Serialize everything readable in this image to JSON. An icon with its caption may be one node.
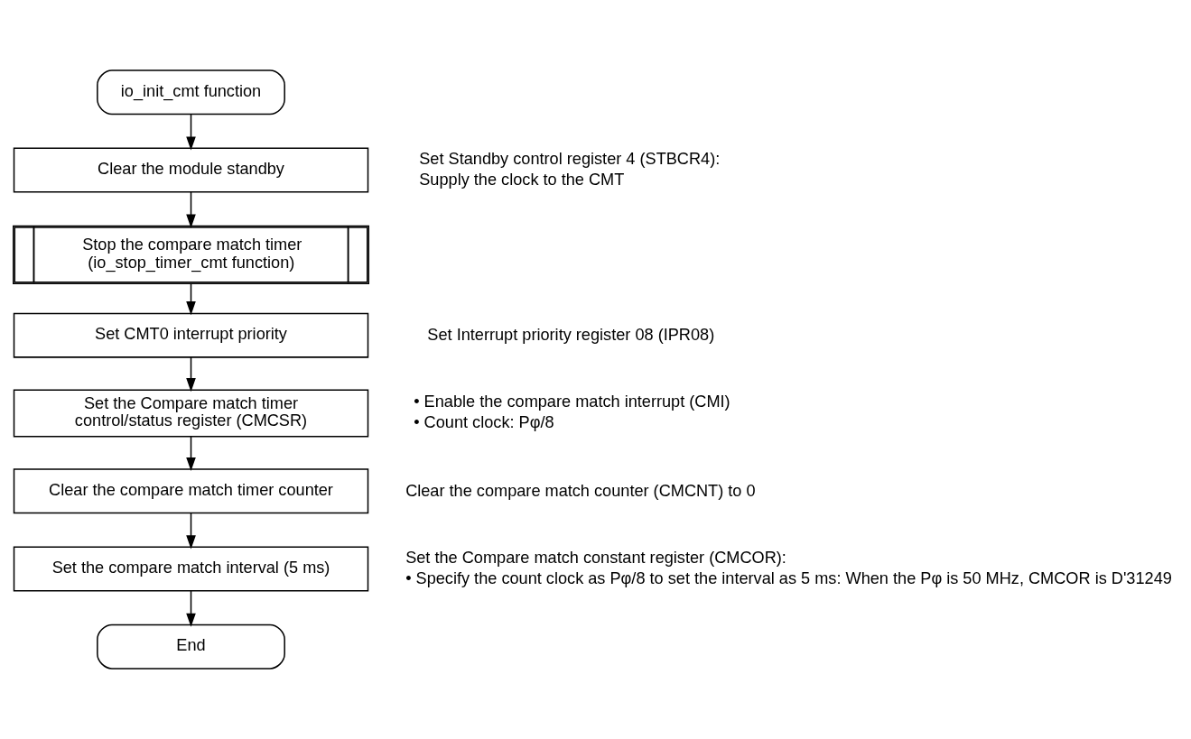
{
  "diagram": {
    "nodes": [
      {
        "text": [
          "io_init_cmt function"
        ]
      },
      {
        "text": [
          "Clear the module standby"
        ],
        "beside": [
          "Set Standby control register 4 (STBCR4):",
          "Supply the clock to the CMT"
        ]
      },
      {
        "text": [
          "Stop the compare match timer (io_stop_timer_cmt function)"
        ]
      },
      {
        "text": [
          "Set CMT0 interrupt priority"
        ],
        "beside": [
          "Set Interrupt priority register 08 (IPR08)"
        ]
      },
      {
        "text": [
          "Set the Compare match timer control/status register (CMCSR)"
        ],
        "beside": [
          "• Enable the compare match interrupt (CMI)",
          "• Count clock: Pφ/8"
        ]
      },
      {
        "text": [
          "Clear the compare match timer counter"
        ],
        "beside": [
          "Clear the compare match counter (CMCNT) to 0"
        ]
      },
      {
        "text": [
          "Set the compare match interval (5 ms)"
        ],
        "beside": [
          "Set the Compare match constant register (CMCOR):",
          "• Specify the count clock as Pφ/8 to set the interval as 5 ms: When the Pφ is 50 MHz, CMCOR is D'31249"
        ]
      },
      {
        "text": [
          "End"
        ]
      }
    ],
    "edges": [
      {
        "from": 0,
        "to": 1,
        "arrow": "to"
      },
      {
        "from": 1,
        "to": 2,
        "arrow": "to"
      },
      {
        "from": 2,
        "to": 3,
        "arrow": "to"
      },
      {
        "from": 3,
        "to": 4,
        "arrow": "to"
      },
      {
        "from": 4,
        "to": 5,
        "arrow": "to"
      },
      {
        "from": 5,
        "to": 6,
        "arrow": "to"
      },
      {
        "from": 6,
        "to": 7,
        "arrow": "to"
      }
    ]
  }
}
